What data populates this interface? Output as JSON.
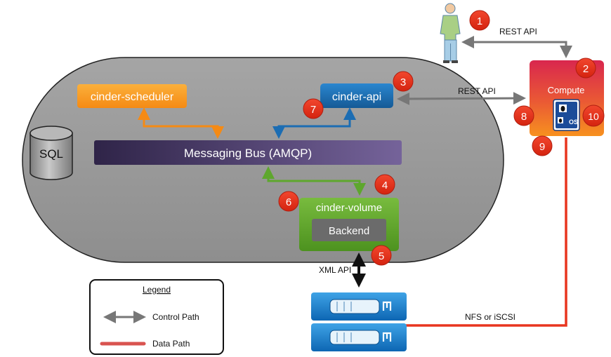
{
  "components": {
    "scheduler": "cinder-scheduler",
    "api": "cinder-api",
    "bus": "Messaging Bus (AMQP)",
    "volume": "cinder-volume",
    "backend": "Backend",
    "sql": "SQL",
    "compute": "Compute",
    "os_badge": "OS"
  },
  "connections": {
    "user_compute": "REST API",
    "compute_api": "REST API",
    "xml_api": "XML API",
    "data_path": "NFS or iSCSI"
  },
  "steps": [
    "1",
    "2",
    "3",
    "4",
    "5",
    "6",
    "7",
    "8",
    "9",
    "10"
  ],
  "legend": {
    "title": "Legend",
    "control": "Control Path",
    "data": "Data Path"
  },
  "colors": {
    "scheduler": "#f7941d",
    "api": "#1c6db3",
    "volume": "#5ea72d",
    "bus": "#4a3b6b",
    "control_arrow": "#777777",
    "data_path": "#e8351f",
    "step_badge": "#e8321e",
    "pill": "#9b9b9b"
  }
}
